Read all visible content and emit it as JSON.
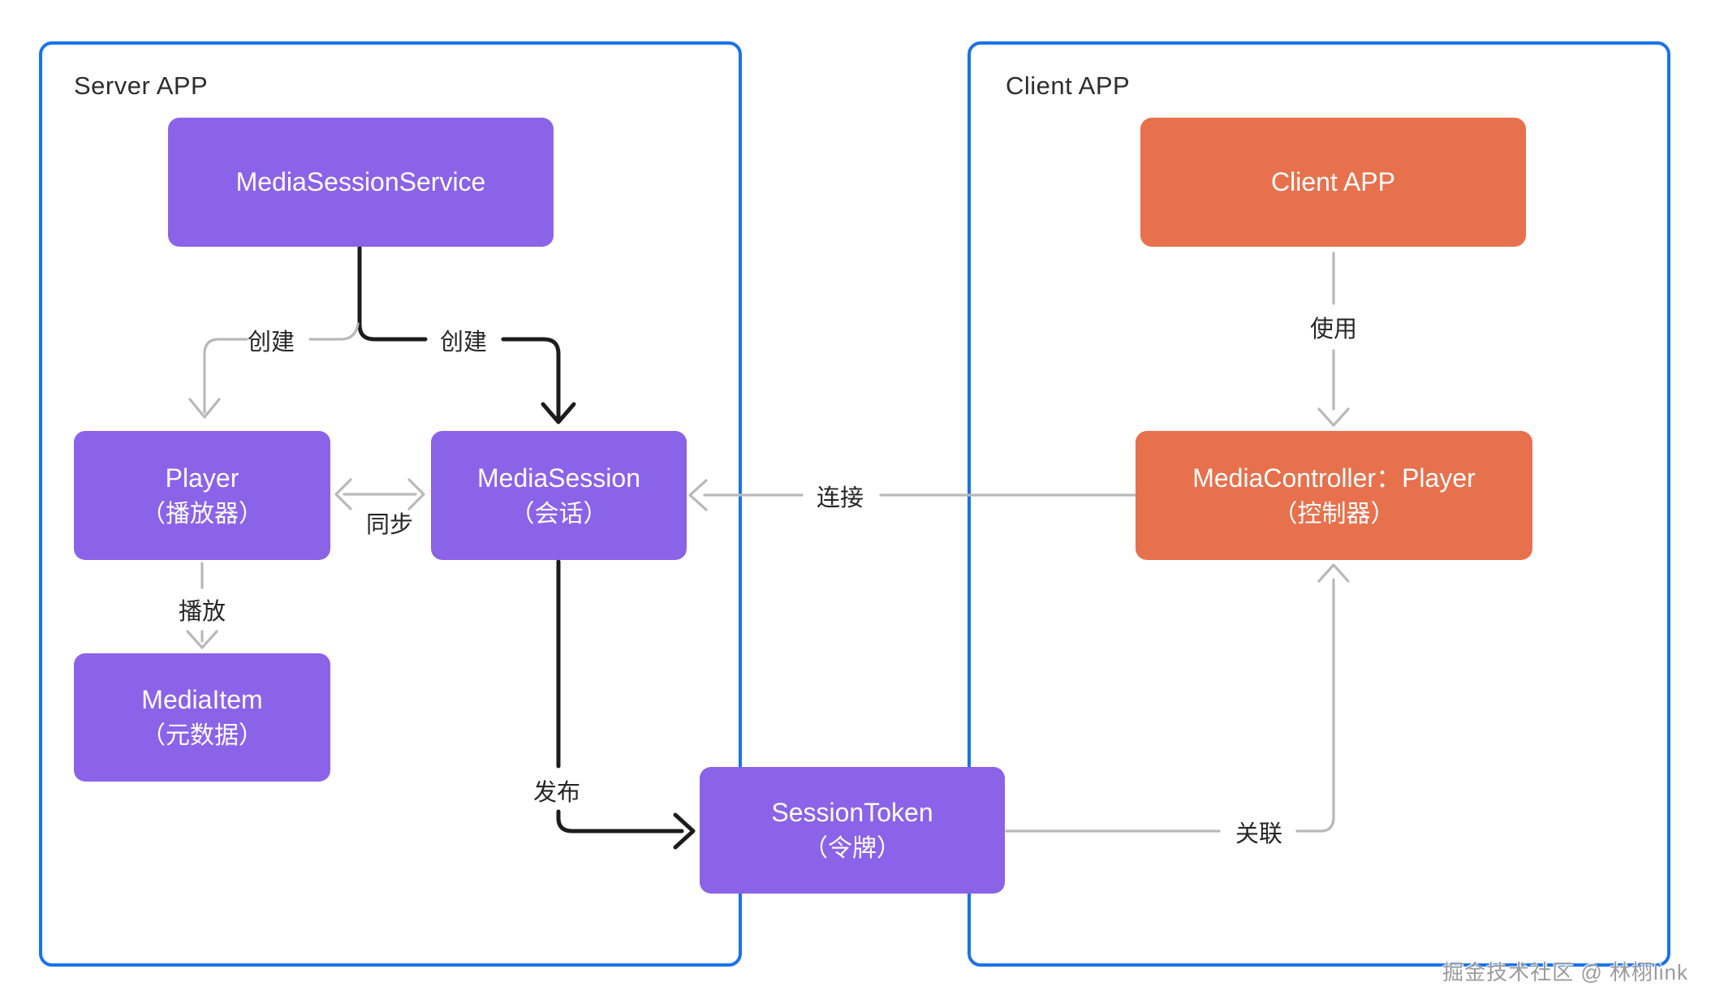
{
  "colors": {
    "purple": "#8B63E8",
    "orange": "#E7714C",
    "blue": "#1A73E8",
    "gray_line": "#B9B9B9",
    "black_line": "#1C1C1C",
    "label_text": "#262626",
    "watermark": "#9B9B9B"
  },
  "containers": {
    "server": {
      "label": "Server APP"
    },
    "client": {
      "label": "Client APP"
    }
  },
  "nodes": {
    "media_session_service": {
      "line1": "MediaSessionService"
    },
    "player": {
      "line1": "Player",
      "line2": "（播放器）"
    },
    "media_session": {
      "line1": "MediaSession",
      "line2": "（会话）"
    },
    "media_item": {
      "line1": "MediaItem",
      "line2": "（元数据）"
    },
    "session_token": {
      "line1": "SessionToken",
      "line2": "（令牌）"
    },
    "client_app": {
      "line1": "Client APP"
    },
    "media_controller": {
      "line1": "MediaController：Player",
      "line2": "（控制器）"
    }
  },
  "edge_labels": {
    "create_left": "创建",
    "create_right": "创建",
    "sync": "同步",
    "play": "播放",
    "publish": "发布",
    "connect": "连接",
    "use": "使用",
    "associate": "关联"
  },
  "watermark": "掘金技术社区 @ 林栩link"
}
